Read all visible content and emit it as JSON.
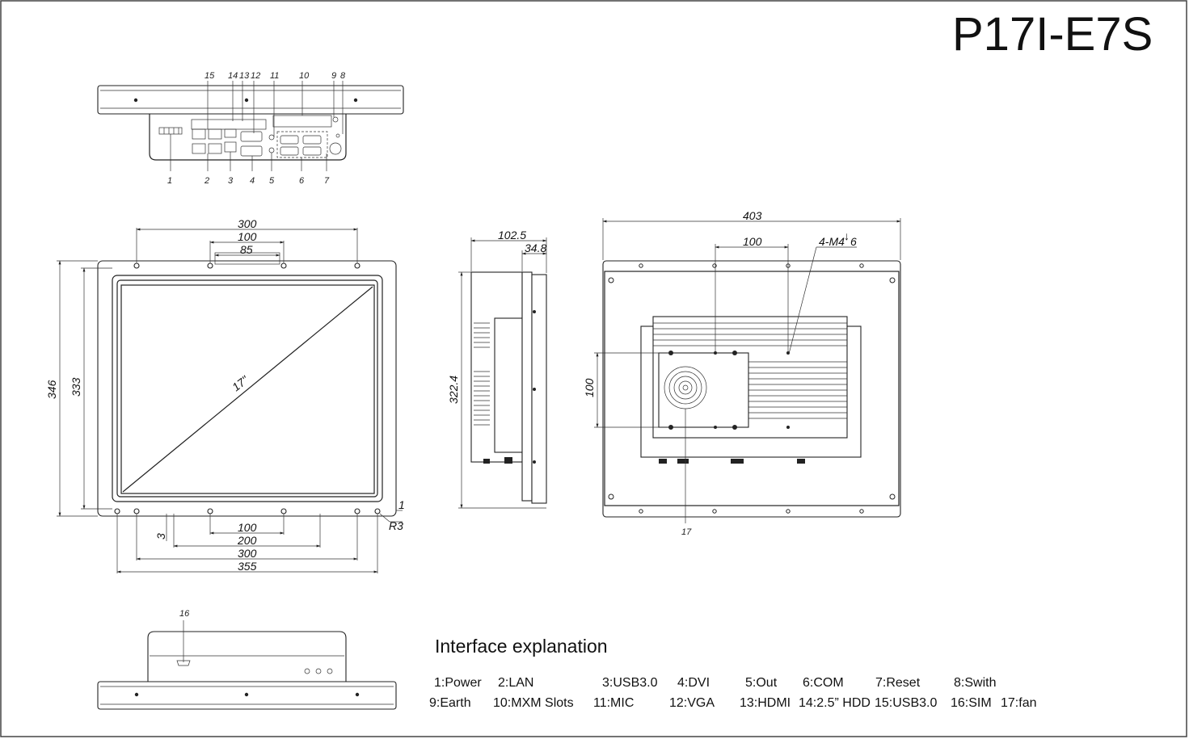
{
  "title": "P17I-E7S",
  "top_view": {
    "callouts_top": [
      "15",
      "14",
      "13",
      "12",
      "11",
      "10",
      "9",
      "8"
    ],
    "callouts_bottom": [
      "1",
      "2",
      "3",
      "4",
      "5",
      "6",
      "7"
    ]
  },
  "front_view": {
    "dims": {
      "width_300": "300",
      "width_100": "100",
      "width_85": "85",
      "height_346": "346",
      "height_333": "333",
      "bottom_100": "100",
      "bottom_200": "200",
      "bottom_300": "300",
      "bottom_355": "355",
      "offset_3": "3",
      "offset_1": "1",
      "radius": "R3"
    },
    "diagonal": "17\""
  },
  "side_view": {
    "dims": {
      "depth_total": "102.5",
      "depth_front": "34.8",
      "height": "322.4"
    }
  },
  "back_view": {
    "dims": {
      "width": "403",
      "top_100": "100",
      "screw_note": "4-M4",
      "screw_depth": "6",
      "side_100": "100"
    },
    "callout": "17"
  },
  "bottom_view": {
    "callout": "16"
  },
  "interface": {
    "heading": "Interface explanation",
    "row1": [
      "1:Power",
      "2:LAN",
      "3:USB3.0",
      "4:DVI",
      "5:Out",
      "6:COM",
      "7:Reset",
      "8:Swith"
    ],
    "row2": [
      "9:Earth",
      "10:MXM Slots",
      "11:MIC",
      "12:VGA",
      "13:HDMI",
      "14:2.5” HDD",
      "15:USB3.0",
      "16:SIM",
      "17:fan"
    ]
  }
}
